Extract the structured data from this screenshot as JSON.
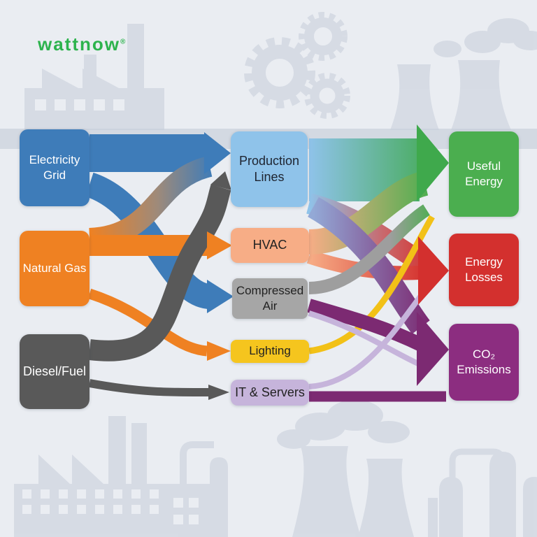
{
  "logo": {
    "text": "wattnow",
    "registered": "®",
    "color": "#2db34d"
  },
  "diagram": {
    "type": "sankey-energy-flow",
    "sources": [
      {
        "id": "electricity-grid",
        "label": "Electricity Grid",
        "color": "#3e7cb9",
        "text_color": "#ffffff"
      },
      {
        "id": "natural-gas",
        "label": "Natural Gas",
        "color": "#ef8122",
        "text_color": "#ffffff"
      },
      {
        "id": "diesel-fuel",
        "label": "Diesel/Fuel",
        "color": "#595959",
        "text_color": "#ffffff"
      }
    ],
    "intermediates": [
      {
        "id": "production-lines",
        "label": "Production Lines",
        "color": "#8fc3ea",
        "text_color": "#1e2430"
      },
      {
        "id": "hvac",
        "label": "HVAC",
        "color": "#f7ad86",
        "text_color": "#222222"
      },
      {
        "id": "compressed-air",
        "label": "Compressed Air",
        "color": "#a6a6a6",
        "text_color": "#222222"
      },
      {
        "id": "lighting",
        "label": "Lighting",
        "color": "#f5c51e",
        "text_color": "#222222"
      },
      {
        "id": "it-servers",
        "label": "IT & Servers",
        "color": "#c6b4db",
        "text_color": "#222222"
      }
    ],
    "outputs": [
      {
        "id": "useful-energy",
        "label": "Useful Energy",
        "color": "#4bae4f",
        "text_color": "#ffffff"
      },
      {
        "id": "energy-losses",
        "label": "Energy Losses",
        "color": "#d3302e",
        "text_color": "#ffffff"
      },
      {
        "id": "co2-emissions",
        "label": "CO₂ Emissions",
        "color": "#8c2d80",
        "text_color": "#ffffff"
      }
    ],
    "flows": [
      {
        "from": "electricity-grid",
        "to": "production-lines",
        "from_color": "#3e7cb9",
        "to_color": "#3e7cb9"
      },
      {
        "from": "electricity-grid",
        "to": "compressed-air",
        "from_color": "#3e7cb9",
        "to_color": "#3e7cb9"
      },
      {
        "from": "natural-gas",
        "to": "production-lines",
        "from_color": "#ef8122",
        "to_color": "#3e7cb9"
      },
      {
        "from": "natural-gas",
        "to": "hvac",
        "from_color": "#ef8122",
        "to_color": "#ef8122"
      },
      {
        "from": "natural-gas",
        "to": "lighting",
        "from_color": "#ef8122",
        "to_color": "#ef8122"
      },
      {
        "from": "diesel-fuel",
        "to": "production-lines",
        "from_color": "#595959",
        "to_color": "#595959"
      },
      {
        "from": "diesel-fuel",
        "to": "it-servers",
        "from_color": "#595959",
        "to_color": "#595959"
      },
      {
        "from": "production-lines",
        "to": "useful-energy",
        "from_color": "#8fc3ea",
        "to_color": "#3fa94c"
      },
      {
        "from": "production-lines",
        "to": "energy-losses",
        "from_color": "#8fc3ea",
        "to_color": "#d3302e"
      },
      {
        "from": "production-lines",
        "to": "co2-emissions",
        "from_color": "#93a9d6",
        "to_color": "#7c2a72"
      },
      {
        "from": "hvac",
        "to": "useful-energy",
        "from_color": "#f7ad86",
        "to_color": "#4bae4f"
      },
      {
        "from": "hvac",
        "to": "energy-losses",
        "from_color": "#f7ad86",
        "to_color": "#d3302e"
      },
      {
        "from": "compressed-air",
        "to": "useful-energy",
        "from_color": "#9e9e9e",
        "to_color": "#4bae4f"
      },
      {
        "from": "compressed-air",
        "to": "co2-emissions",
        "from_color": "#7c2a72",
        "to_color": "#7c2a72"
      },
      {
        "from": "lighting",
        "to": "useful-energy",
        "from_color": "#f2c117",
        "to_color": "#f2c117"
      },
      {
        "from": "it-servers",
        "to": "energy-losses",
        "from_color": "#c6b4db",
        "to_color": "#c6b4db"
      },
      {
        "from": "it-servers",
        "to": "co2-emissions",
        "from_color": "#7c2a72",
        "to_color": "#7c2a72"
      }
    ]
  },
  "background": {
    "silhouettes": [
      "factory-top-left",
      "gears",
      "cooling-towers-top-right",
      "factory-bottom-left",
      "cooling-towers-bottom",
      "refinery-bottom-right"
    ],
    "silhouette_color": "#c6cdda",
    "band_color": "#cdd3dd",
    "page_color": "#eaedf2"
  }
}
